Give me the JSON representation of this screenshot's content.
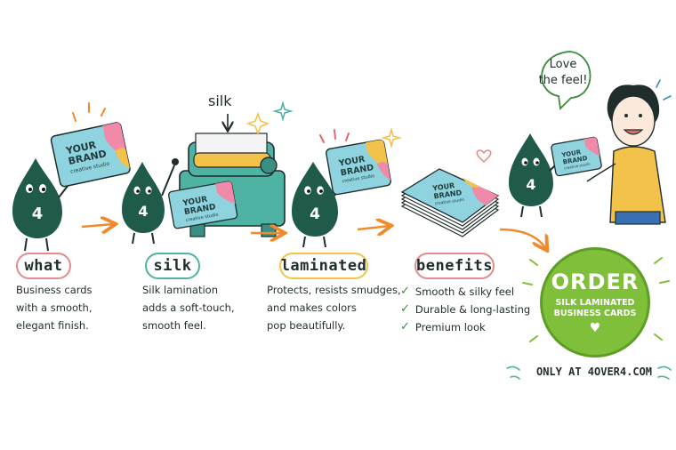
{
  "labels": {
    "silk_callout": "silk",
    "speech": [
      "Love",
      "the feel!"
    ]
  },
  "steps": [
    {
      "title": "what",
      "lines": [
        "Business cards",
        "with a smooth,",
        "elegant finish."
      ]
    },
    {
      "title": "silk",
      "lines": [
        "Silk lamination",
        "adds a soft-touch,",
        "smooth feel."
      ]
    },
    {
      "title": "laminated",
      "lines": [
        "Protects, resists smudges,",
        "and makes colors",
        "pop beautifully."
      ]
    },
    {
      "title": "benefits",
      "items": [
        "Smooth & silky feel",
        "Durable & long-lasting",
        "Premium look"
      ]
    }
  ],
  "mascot_number": "4",
  "card": {
    "brand_line1": "YOUR",
    "brand_line2": "BRAND",
    "tagline": "creative studio"
  },
  "cta": {
    "title": "ORDER",
    "sub_line1": "SILK LAMINATED",
    "sub_line2": "BUSINESS CARDS",
    "heart": "♥",
    "where": "ONLY AT 4OVER4.COM"
  },
  "colors": {
    "mascot": "#1f5a4a",
    "card": "#8fd3df",
    "arrow": "#f08a2c",
    "order": "#7fbf3a"
  }
}
